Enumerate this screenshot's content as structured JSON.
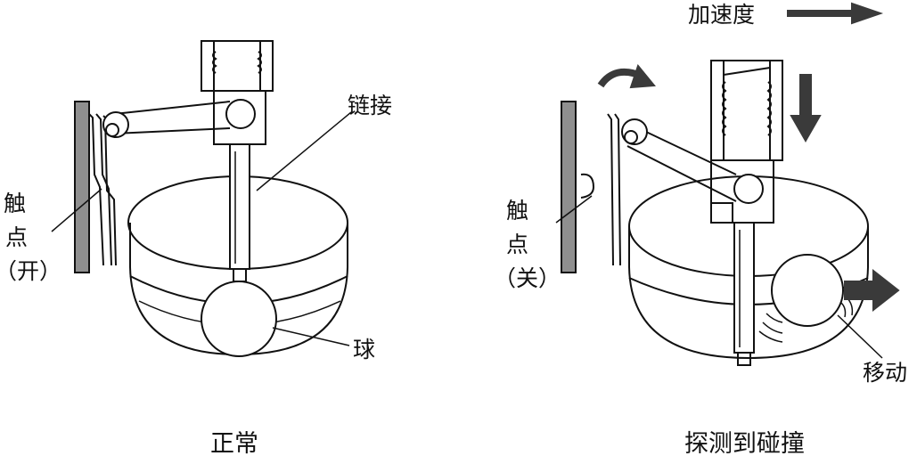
{
  "labels": {
    "contact_vertical": "触\n点",
    "contact_open": "（开）",
    "contact_closed": "（关）",
    "linkage": "链接",
    "ball": "球",
    "acceleration": "加速度",
    "movement": "移动"
  },
  "captions": {
    "normal": "正常",
    "collision_detected": "探测到碰撞"
  },
  "colors": {
    "ink": "#111111",
    "wall_fill": "#8f8f8f",
    "arrow_fill": "#3a3a3a"
  }
}
